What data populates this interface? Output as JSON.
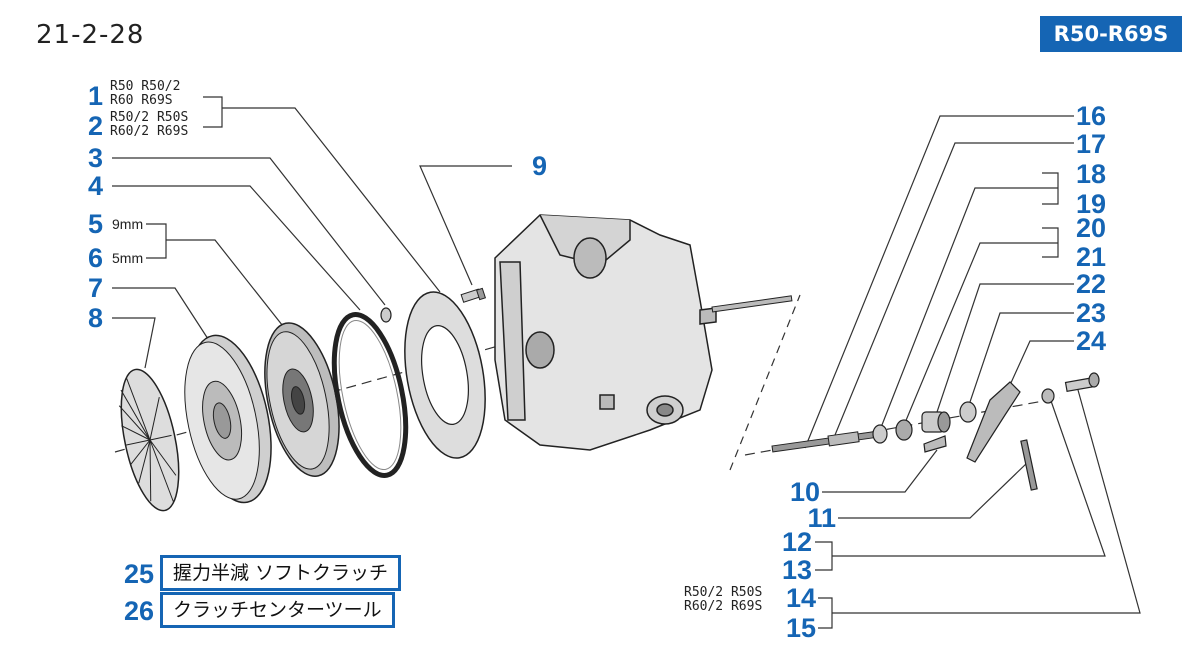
{
  "header": {
    "page_code": "21-2-28",
    "model_badge": "R50-R69S"
  },
  "left_labels": [
    {
      "number": "1",
      "note_line1": "R50  R50/2",
      "note_line2": "R60  R69S"
    },
    {
      "number": "2",
      "note_line1": "R50/2  R50S",
      "note_line2": "R60/2  R69S"
    },
    {
      "number": "3"
    },
    {
      "number": "4"
    },
    {
      "number": "5",
      "note": "9mm"
    },
    {
      "number": "6",
      "note": "5mm"
    },
    {
      "number": "7"
    },
    {
      "number": "8"
    }
  ],
  "center_label": {
    "number": "9"
  },
  "right_labels": [
    "16",
    "17",
    "18",
    "19",
    "20",
    "21",
    "22",
    "23",
    "24"
  ],
  "bottom_labels": [
    {
      "number": "10"
    },
    {
      "number": "11"
    },
    {
      "number": "12"
    },
    {
      "number": "13"
    },
    {
      "number": "14",
      "note_line1": "R50/2  R50S",
      "note_line2": "R60/2  R69S"
    },
    {
      "number": "15"
    }
  ],
  "tool_boxes": [
    {
      "number": "25",
      "label": "握力半減 ソフトクラッチ"
    },
    {
      "number": "26",
      "label": "クラッチセンターツール"
    }
  ],
  "colors": {
    "accent": "#1565b4",
    "line": "#333333",
    "part_fill": "#e4e4e4"
  }
}
